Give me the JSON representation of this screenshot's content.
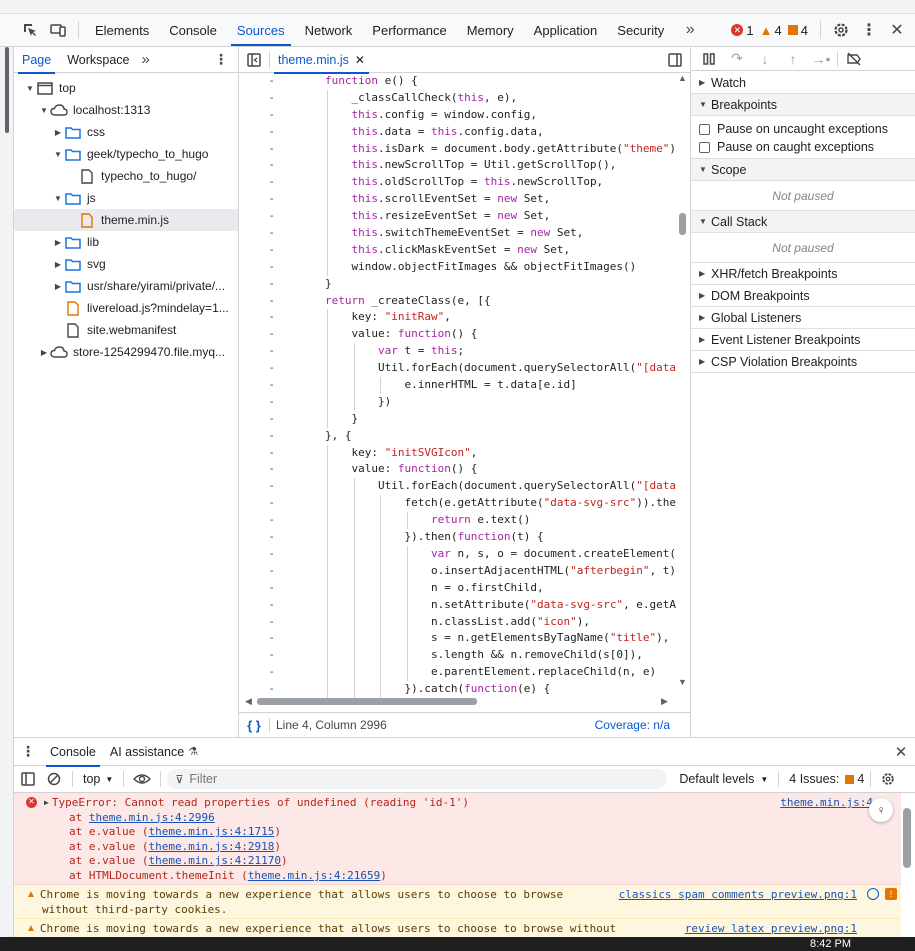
{
  "toolbar": {
    "tabs": [
      "Elements",
      "Console",
      "Sources",
      "Network",
      "Performance",
      "Memory",
      "Application",
      "Security"
    ],
    "active_tab": "Sources",
    "error_count": "1",
    "warning_count": "4",
    "issue_count": "4"
  },
  "navigator": {
    "tabs": [
      "Page",
      "Workspace"
    ],
    "tree": [
      {
        "label": "top",
        "indent": 0,
        "arrow": "open",
        "icon": "frame-icon"
      },
      {
        "label": "localhost:1313",
        "indent": 1,
        "arrow": "open",
        "icon": "cloud-icon"
      },
      {
        "label": "css",
        "indent": 2,
        "arrow": "closed",
        "icon": "folder-icon"
      },
      {
        "label": "geek/typecho_to_hugo",
        "indent": 2,
        "arrow": "open",
        "icon": "folder-icon"
      },
      {
        "label": "typecho_to_hugo/",
        "indent": 3,
        "arrow": "none",
        "icon": "file-icon"
      },
      {
        "label": "js",
        "indent": 2,
        "arrow": "open",
        "icon": "folder-icon"
      },
      {
        "label": "theme.min.js",
        "indent": 3,
        "arrow": "none",
        "icon": "js-file-icon",
        "selected": true
      },
      {
        "label": "lib",
        "indent": 2,
        "arrow": "closed",
        "icon": "folder-icon"
      },
      {
        "label": "svg",
        "indent": 2,
        "arrow": "closed",
        "icon": "folder-icon"
      },
      {
        "label": "usr/share/yirami/private/...",
        "indent": 2,
        "arrow": "closed",
        "icon": "folder-icon"
      },
      {
        "label": "livereload.js?mindelay=1...",
        "indent": 2,
        "arrow": "none",
        "icon": "js-file-icon"
      },
      {
        "label": "site.webmanifest",
        "indent": 2,
        "arrow": "none",
        "icon": "file-icon"
      },
      {
        "label": "store-1254299470.file.myq...",
        "indent": 1,
        "arrow": "closed",
        "icon": "cloud-icon"
      }
    ]
  },
  "editor": {
    "file_tab": "theme.min.js",
    "status": "Line 4, Column 2996",
    "coverage": "Coverage: n/a"
  },
  "debugger": {
    "watch": "Watch",
    "breakpoints": "Breakpoints",
    "pause_uncaught": "Pause on uncaught exceptions",
    "pause_caught": "Pause on caught exceptions",
    "scope": "Scope",
    "scope_status": "Not paused",
    "call_stack": "Call Stack",
    "call_stack_status": "Not paused",
    "sections": [
      "XHR/fetch Breakpoints",
      "DOM Breakpoints",
      "Global Listeners",
      "Event Listener Breakpoints",
      "CSP Violation Breakpoints"
    ]
  },
  "drawer": {
    "tabs": [
      "Console",
      "AI assistance"
    ],
    "context": "top",
    "filter_placeholder": "Filter",
    "levels": "Default levels",
    "issues_label": "4 Issues:",
    "issues_count": "4"
  },
  "console": {
    "error": {
      "message": "TypeError: Cannot read properties of undefined (reading 'id-1')",
      "source": "theme.min.js:4",
      "stack": [
        {
          "prefix": "at ",
          "link": "theme.min.js:4:2996",
          "suffix": ""
        },
        {
          "prefix": "at e.value (",
          "link": "theme.min.js:4:1715",
          "suffix": ")"
        },
        {
          "prefix": "at e.value (",
          "link": "theme.min.js:4:2918",
          "suffix": ")"
        },
        {
          "prefix": "at e.value (",
          "link": "theme.min.js:4:21170",
          "suffix": ")"
        },
        {
          "prefix": "at HTMLDocument.themeInit (",
          "link": "theme.min.js:4:21659",
          "suffix": ")"
        }
      ]
    },
    "warn1": {
      "line1": "Chrome is moving towards a new experience that allows users to choose to browse",
      "line2": "without third-party cookies.",
      "source": "classics spam comments preview.png:1"
    },
    "warn2": {
      "line1": "Chrome is moving towards a new experience that allows users to choose to browse without",
      "source": "review latex preview.png:1"
    }
  },
  "taskbar": {
    "time": "8:42 PM"
  },
  "code": [
    {
      "indent": 2,
      "tokens": [
        [
          "kw",
          "function"
        ],
        [
          "",
          " e() {"
        ]
      ]
    },
    {
      "indent": 3,
      "tokens": [
        [
          "",
          "_classCallCheck("
        ],
        [
          "this",
          "this"
        ],
        [
          "",
          ", e),"
        ]
      ]
    },
    {
      "indent": 3,
      "tokens": [
        [
          "this",
          "this"
        ],
        [
          "",
          ".config = window.config,"
        ]
      ]
    },
    {
      "indent": 3,
      "tokens": [
        [
          "this",
          "this"
        ],
        [
          "",
          ".data = "
        ],
        [
          "this",
          "this"
        ],
        [
          "",
          ".config.data,"
        ]
      ]
    },
    {
      "indent": 3,
      "tokens": [
        [
          "this",
          "this"
        ],
        [
          "",
          ".isDark = document.body.getAttribute("
        ],
        [
          "str",
          "\"theme\""
        ],
        [
          "",
          ")"
        ]
      ]
    },
    {
      "indent": 3,
      "tokens": [
        [
          "this",
          "this"
        ],
        [
          "",
          ".newScrollTop = Util.getScrollTop(),"
        ]
      ]
    },
    {
      "indent": 3,
      "tokens": [
        [
          "this",
          "this"
        ],
        [
          "",
          ".oldScrollTop = "
        ],
        [
          "this",
          "this"
        ],
        [
          "",
          ".newScrollTop,"
        ]
      ]
    },
    {
      "indent": 3,
      "tokens": [
        [
          "this",
          "this"
        ],
        [
          "",
          ".scrollEventSet = "
        ],
        [
          "kw",
          "new"
        ],
        [
          "",
          " Set,"
        ]
      ]
    },
    {
      "indent": 3,
      "tokens": [
        [
          "this",
          "this"
        ],
        [
          "",
          ".resizeEventSet = "
        ],
        [
          "kw",
          "new"
        ],
        [
          "",
          " Set,"
        ]
      ]
    },
    {
      "indent": 3,
      "tokens": [
        [
          "this",
          "this"
        ],
        [
          "",
          ".switchThemeEventSet = "
        ],
        [
          "kw",
          "new"
        ],
        [
          "",
          " Set,"
        ]
      ]
    },
    {
      "indent": 3,
      "tokens": [
        [
          "this",
          "this"
        ],
        [
          "",
          ".clickMaskEventSet = "
        ],
        [
          "kw",
          "new"
        ],
        [
          "",
          " Set,"
        ]
      ]
    },
    {
      "indent": 3,
      "tokens": [
        [
          "",
          "window.objectFitImages && objectFitImages()"
        ]
      ]
    },
    {
      "indent": 2,
      "tokens": [
        [
          "",
          "}"
        ]
      ]
    },
    {
      "indent": 2,
      "tokens": [
        [
          "kw",
          "return"
        ],
        [
          "",
          " _createClass(e, [{"
        ]
      ]
    },
    {
      "indent": 3,
      "tokens": [
        [
          "",
          "key: "
        ],
        [
          "str",
          "\"initRaw\""
        ],
        [
          "",
          ","
        ]
      ]
    },
    {
      "indent": 3,
      "tokens": [
        [
          "",
          "value: "
        ],
        [
          "kw",
          "function"
        ],
        [
          "",
          "() {"
        ]
      ]
    },
    {
      "indent": 4,
      "tokens": [
        [
          "kw",
          "var"
        ],
        [
          "",
          " t = "
        ],
        [
          "this",
          "this"
        ],
        [
          "",
          ";"
        ]
      ]
    },
    {
      "indent": 4,
      "tokens": [
        [
          "",
          "Util.forEach(document.querySelectorAll("
        ],
        [
          "str",
          "\"[data"
        ]
      ]
    },
    {
      "indent": 5,
      "tokens": [
        [
          "",
          "e.innerHTML = t.data[e.id]"
        ]
      ]
    },
    {
      "indent": 4,
      "tokens": [
        [
          "",
          "})"
        ]
      ]
    },
    {
      "indent": 3,
      "tokens": [
        [
          "",
          "}"
        ]
      ]
    },
    {
      "indent": 2,
      "tokens": [
        [
          "",
          "}, {"
        ]
      ]
    },
    {
      "indent": 3,
      "tokens": [
        [
          "",
          "key: "
        ],
        [
          "str",
          "\"initSVGIcon\""
        ],
        [
          "",
          ","
        ]
      ]
    },
    {
      "indent": 3,
      "tokens": [
        [
          "",
          "value: "
        ],
        [
          "kw",
          "function"
        ],
        [
          "",
          "() {"
        ]
      ]
    },
    {
      "indent": 4,
      "tokens": [
        [
          "",
          "Util.forEach(document.querySelectorAll("
        ],
        [
          "str",
          "\"[data"
        ]
      ]
    },
    {
      "indent": 5,
      "tokens": [
        [
          "",
          "fetch(e.getAttribute("
        ],
        [
          "str",
          "\"data-svg-src\""
        ],
        [
          "",
          ")).the"
        ]
      ]
    },
    {
      "indent": 6,
      "tokens": [
        [
          "kw",
          "return"
        ],
        [
          "",
          " e.text()"
        ]
      ]
    },
    {
      "indent": 5,
      "tokens": [
        [
          "",
          "}).then("
        ],
        [
          "kw",
          "function"
        ],
        [
          "",
          "(t) {"
        ]
      ]
    },
    {
      "indent": 6,
      "tokens": [
        [
          "kw",
          "var"
        ],
        [
          "",
          " n, s, o = document.createElement("
        ]
      ]
    },
    {
      "indent": 6,
      "tokens": [
        [
          "",
          "o.insertAdjacentHTML("
        ],
        [
          "str",
          "\"afterbegin\""
        ],
        [
          "",
          ", t)"
        ]
      ]
    },
    {
      "indent": 6,
      "tokens": [
        [
          "",
          "n = o.firstChild,"
        ]
      ]
    },
    {
      "indent": 6,
      "tokens": [
        [
          "",
          "n.setAttribute("
        ],
        [
          "str",
          "\"data-svg-src\""
        ],
        [
          "",
          ", e.getA"
        ]
      ]
    },
    {
      "indent": 6,
      "tokens": [
        [
          "",
          "n.classList.add("
        ],
        [
          "str",
          "\"icon\""
        ],
        [
          "",
          "),"
        ]
      ]
    },
    {
      "indent": 6,
      "tokens": [
        [
          "",
          "s = n.getElementsByTagName("
        ],
        [
          "str",
          "\"title\""
        ],
        [
          "",
          "),"
        ]
      ]
    },
    {
      "indent": 6,
      "tokens": [
        [
          "",
          "s.length && n.removeChild(s[0]),"
        ]
      ]
    },
    {
      "indent": 6,
      "tokens": [
        [
          "",
          "e.parentElement.replaceChild(n, e)"
        ]
      ]
    },
    {
      "indent": 5,
      "tokens": [
        [
          "",
          "}).catch("
        ],
        [
          "kw",
          "function"
        ],
        [
          "",
          "(e) {"
        ]
      ]
    }
  ]
}
